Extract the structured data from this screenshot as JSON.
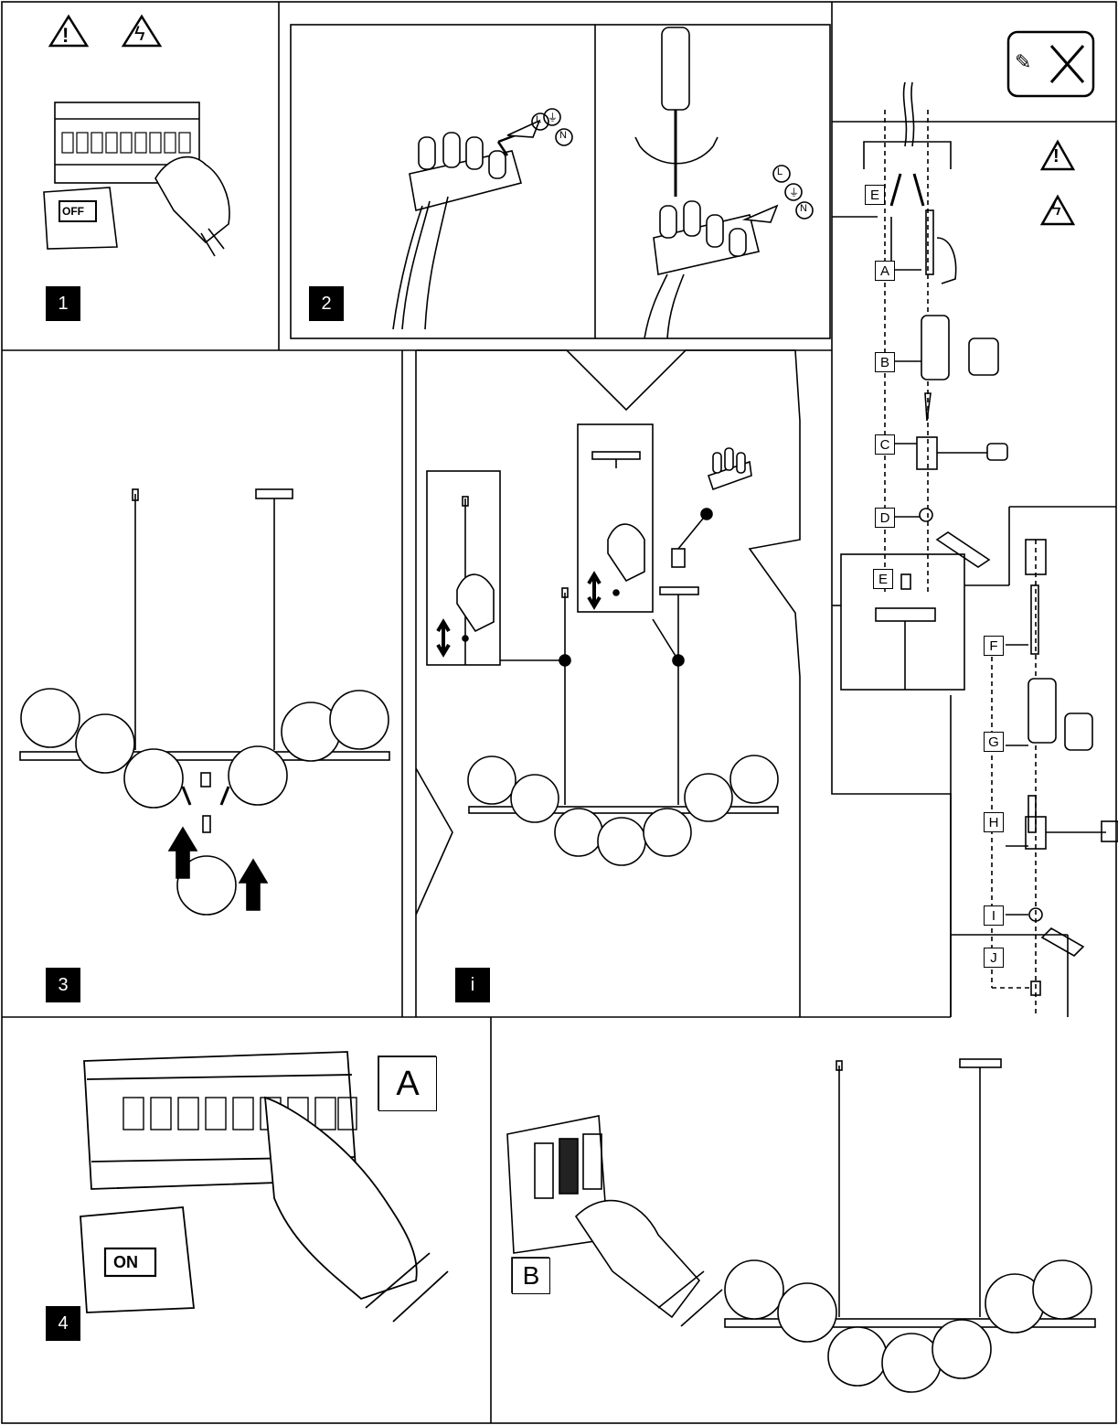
{
  "steps": {
    "step1": "1",
    "step2": "2",
    "step3": "3",
    "info": "i",
    "step4": "4"
  },
  "switch_labels": {
    "off": "OFF",
    "on": "ON"
  },
  "terminal_labels": [
    "L",
    "⏚",
    "N"
  ],
  "mounting_letters": [
    "E",
    "A",
    "B",
    "C",
    "D",
    "E",
    "F",
    "G",
    "H",
    "I",
    "J"
  ],
  "final_labels": {
    "breaker_panel": "A",
    "wall_switch": "B"
  },
  "icons": [
    "warning-icon",
    "electrical-hazard-icon",
    "no-dimmer-icon",
    "screwdriver-icon",
    "drill-icon",
    "hammer-icon",
    "pliers-icon",
    "pointing-hand-icon"
  ]
}
